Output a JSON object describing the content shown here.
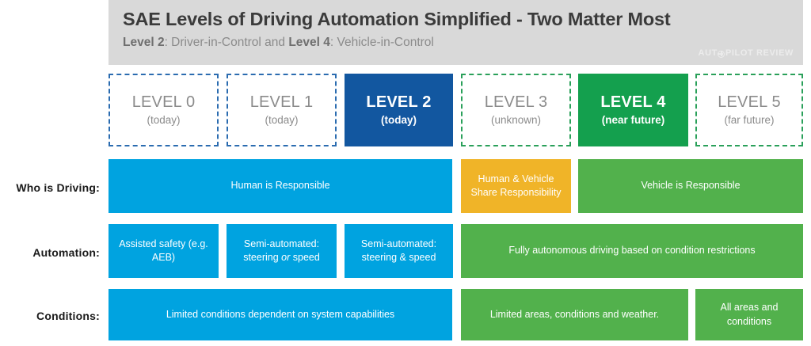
{
  "header": {
    "title": "SAE Levels of Driving Automation Simplified - Two Matter Most",
    "subtitle_part1_bold": "Level 2",
    "subtitle_part1_rest": ": Driver-in-Control and ",
    "subtitle_part2_bold": "Level 4",
    "subtitle_part2_rest": ": Vehicle-in-Control",
    "subtitle_full": "Level 2: Driver-in-Control and Level 4: Vehicle-in-Control",
    "watermark_left": "AUT",
    "watermark_right": "PILOT REVIEW",
    "watermark_icon": "steering-wheel-icon",
    "band_color": "#d9d9d9"
  },
  "levels": [
    {
      "title": "LEVEL 0",
      "sub": "(today)",
      "style": "dashed-blue"
    },
    {
      "title": "LEVEL 1",
      "sub": "(today)",
      "style": "dashed-blue"
    },
    {
      "title": "LEVEL 2",
      "sub": "(today)",
      "style": "solid-blue"
    },
    {
      "title": "LEVEL 3",
      "sub": "(unknown)",
      "style": "dashed-green"
    },
    {
      "title": "LEVEL 4",
      "sub": "(near future)",
      "style": "solid-green"
    },
    {
      "title": "LEVEL 5",
      "sub": "(far future)",
      "style": "dashed-green"
    }
  ],
  "rows": [
    {
      "label": "Who is Driving:",
      "cells": [
        {
          "text": "Human is Responsible",
          "color": "blue"
        },
        {
          "text": "Human & Vehicle Share Responsibility",
          "color": "amber"
        },
        {
          "text": "Vehicle is Responsible",
          "color": "green"
        }
      ]
    },
    {
      "label": "Automation:",
      "cells": [
        {
          "text": "Assisted safety (e.g. AEB)",
          "color": "blue"
        },
        {
          "text": "Semi-automated: steering or speed",
          "color": "blue"
        },
        {
          "text": "Semi-automated: steering & speed",
          "color": "blue"
        },
        {
          "text": "Fully autonomous driving based on condition restrictions",
          "color": "green"
        }
      ]
    },
    {
      "label": "Conditions:",
      "cells": [
        {
          "text": "Limited conditions dependent on system capabilities",
          "color": "blue"
        },
        {
          "text": "Limited areas, conditions and weather.",
          "color": "green"
        },
        {
          "text": "All areas and conditions",
          "color": "green"
        }
      ]
    }
  ],
  "colors": {
    "blue_light": "#00a3e0",
    "blue_dark": "#1257a0",
    "green": "#52b14c",
    "green_dark": "#14a04e",
    "amber": "#f0b428",
    "gray_band": "#d9d9d9",
    "gray_text": "#8b8b8b"
  }
}
